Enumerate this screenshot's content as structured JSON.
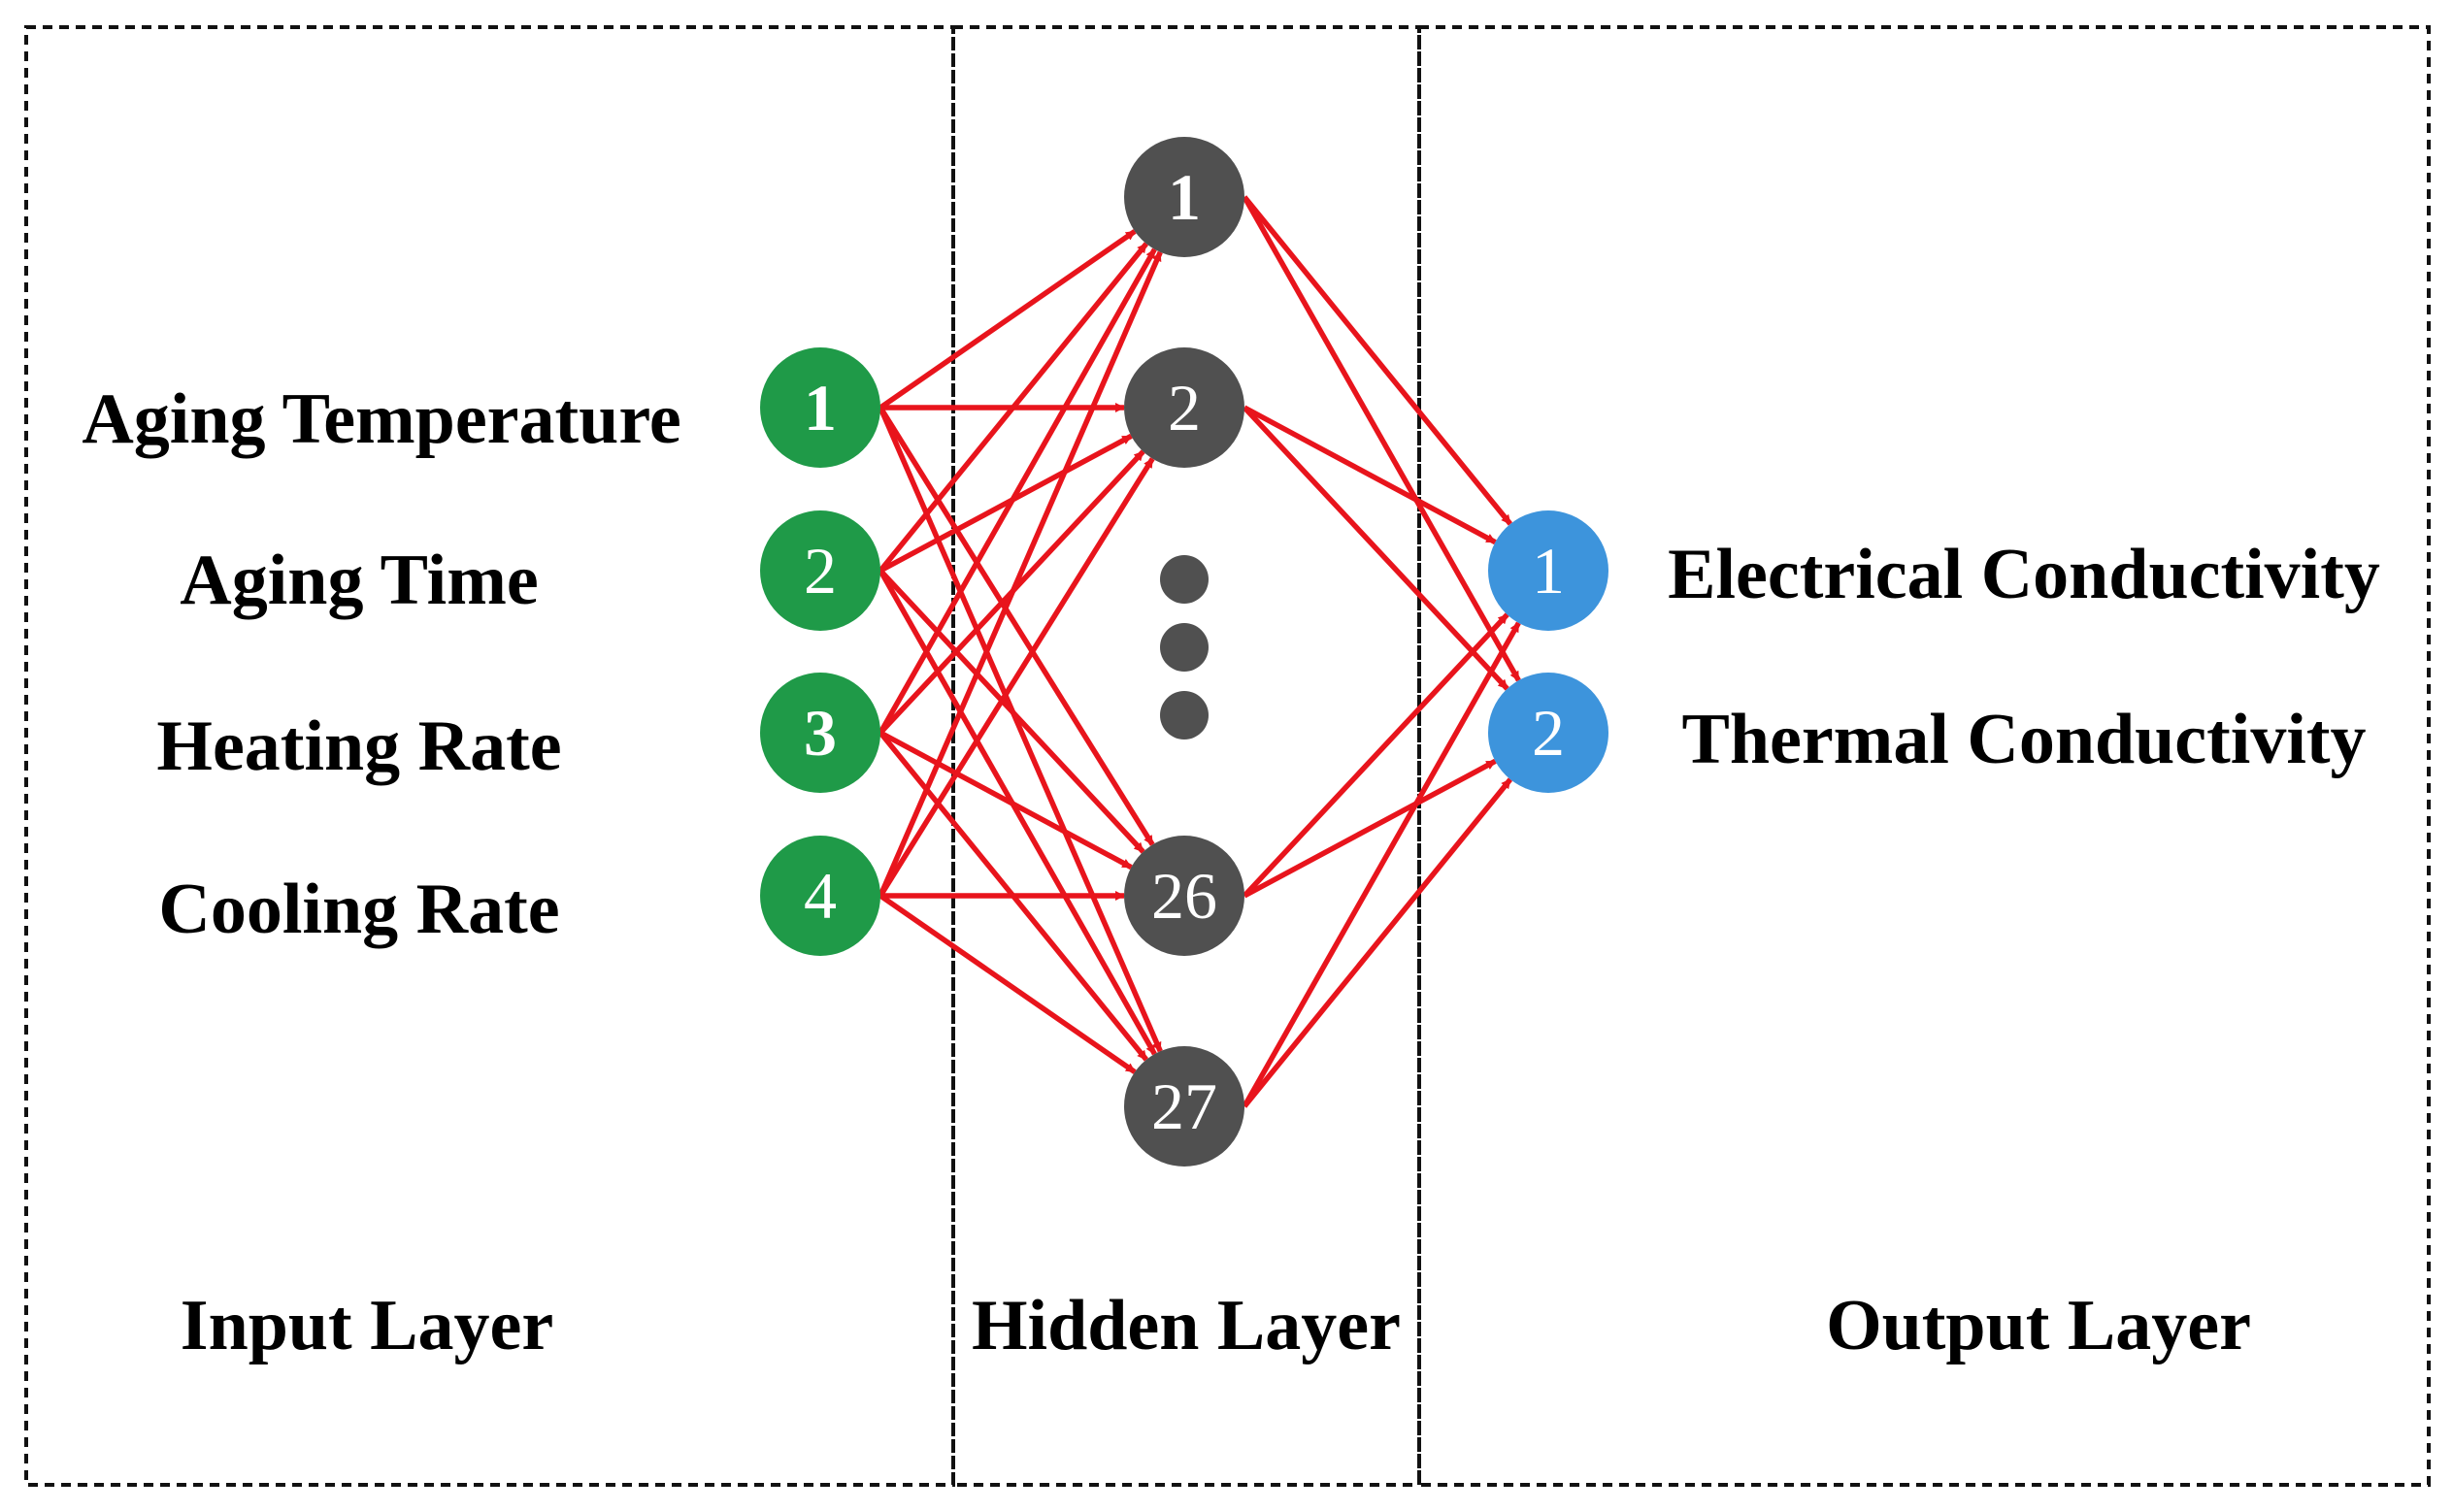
{
  "colors": {
    "input_node": "#1f9a48",
    "hidden_node": "#505050",
    "output_node": "#3d94dc",
    "edge": "#e8141c",
    "ellipsis_dot": "#505050"
  },
  "layers": {
    "input": {
      "title": "Input Layer",
      "nodes": [
        {
          "number": "1",
          "label": "Aging Temperature"
        },
        {
          "number": "2",
          "label": "Aging Time"
        },
        {
          "number": "3",
          "label": "Heating Rate"
        },
        {
          "number": "4",
          "label": "Cooling Rate"
        }
      ]
    },
    "hidden": {
      "title": "Hidden Layer",
      "nodes": [
        {
          "number": "1"
        },
        {
          "number": "2"
        },
        {
          "number": "26"
        },
        {
          "number": "27"
        }
      ]
    },
    "output": {
      "title": "Output Layer",
      "nodes": [
        {
          "number": "1",
          "label": "Electrical Conductivity"
        },
        {
          "number": "2",
          "label": "Thermal Conductivity"
        }
      ]
    }
  }
}
